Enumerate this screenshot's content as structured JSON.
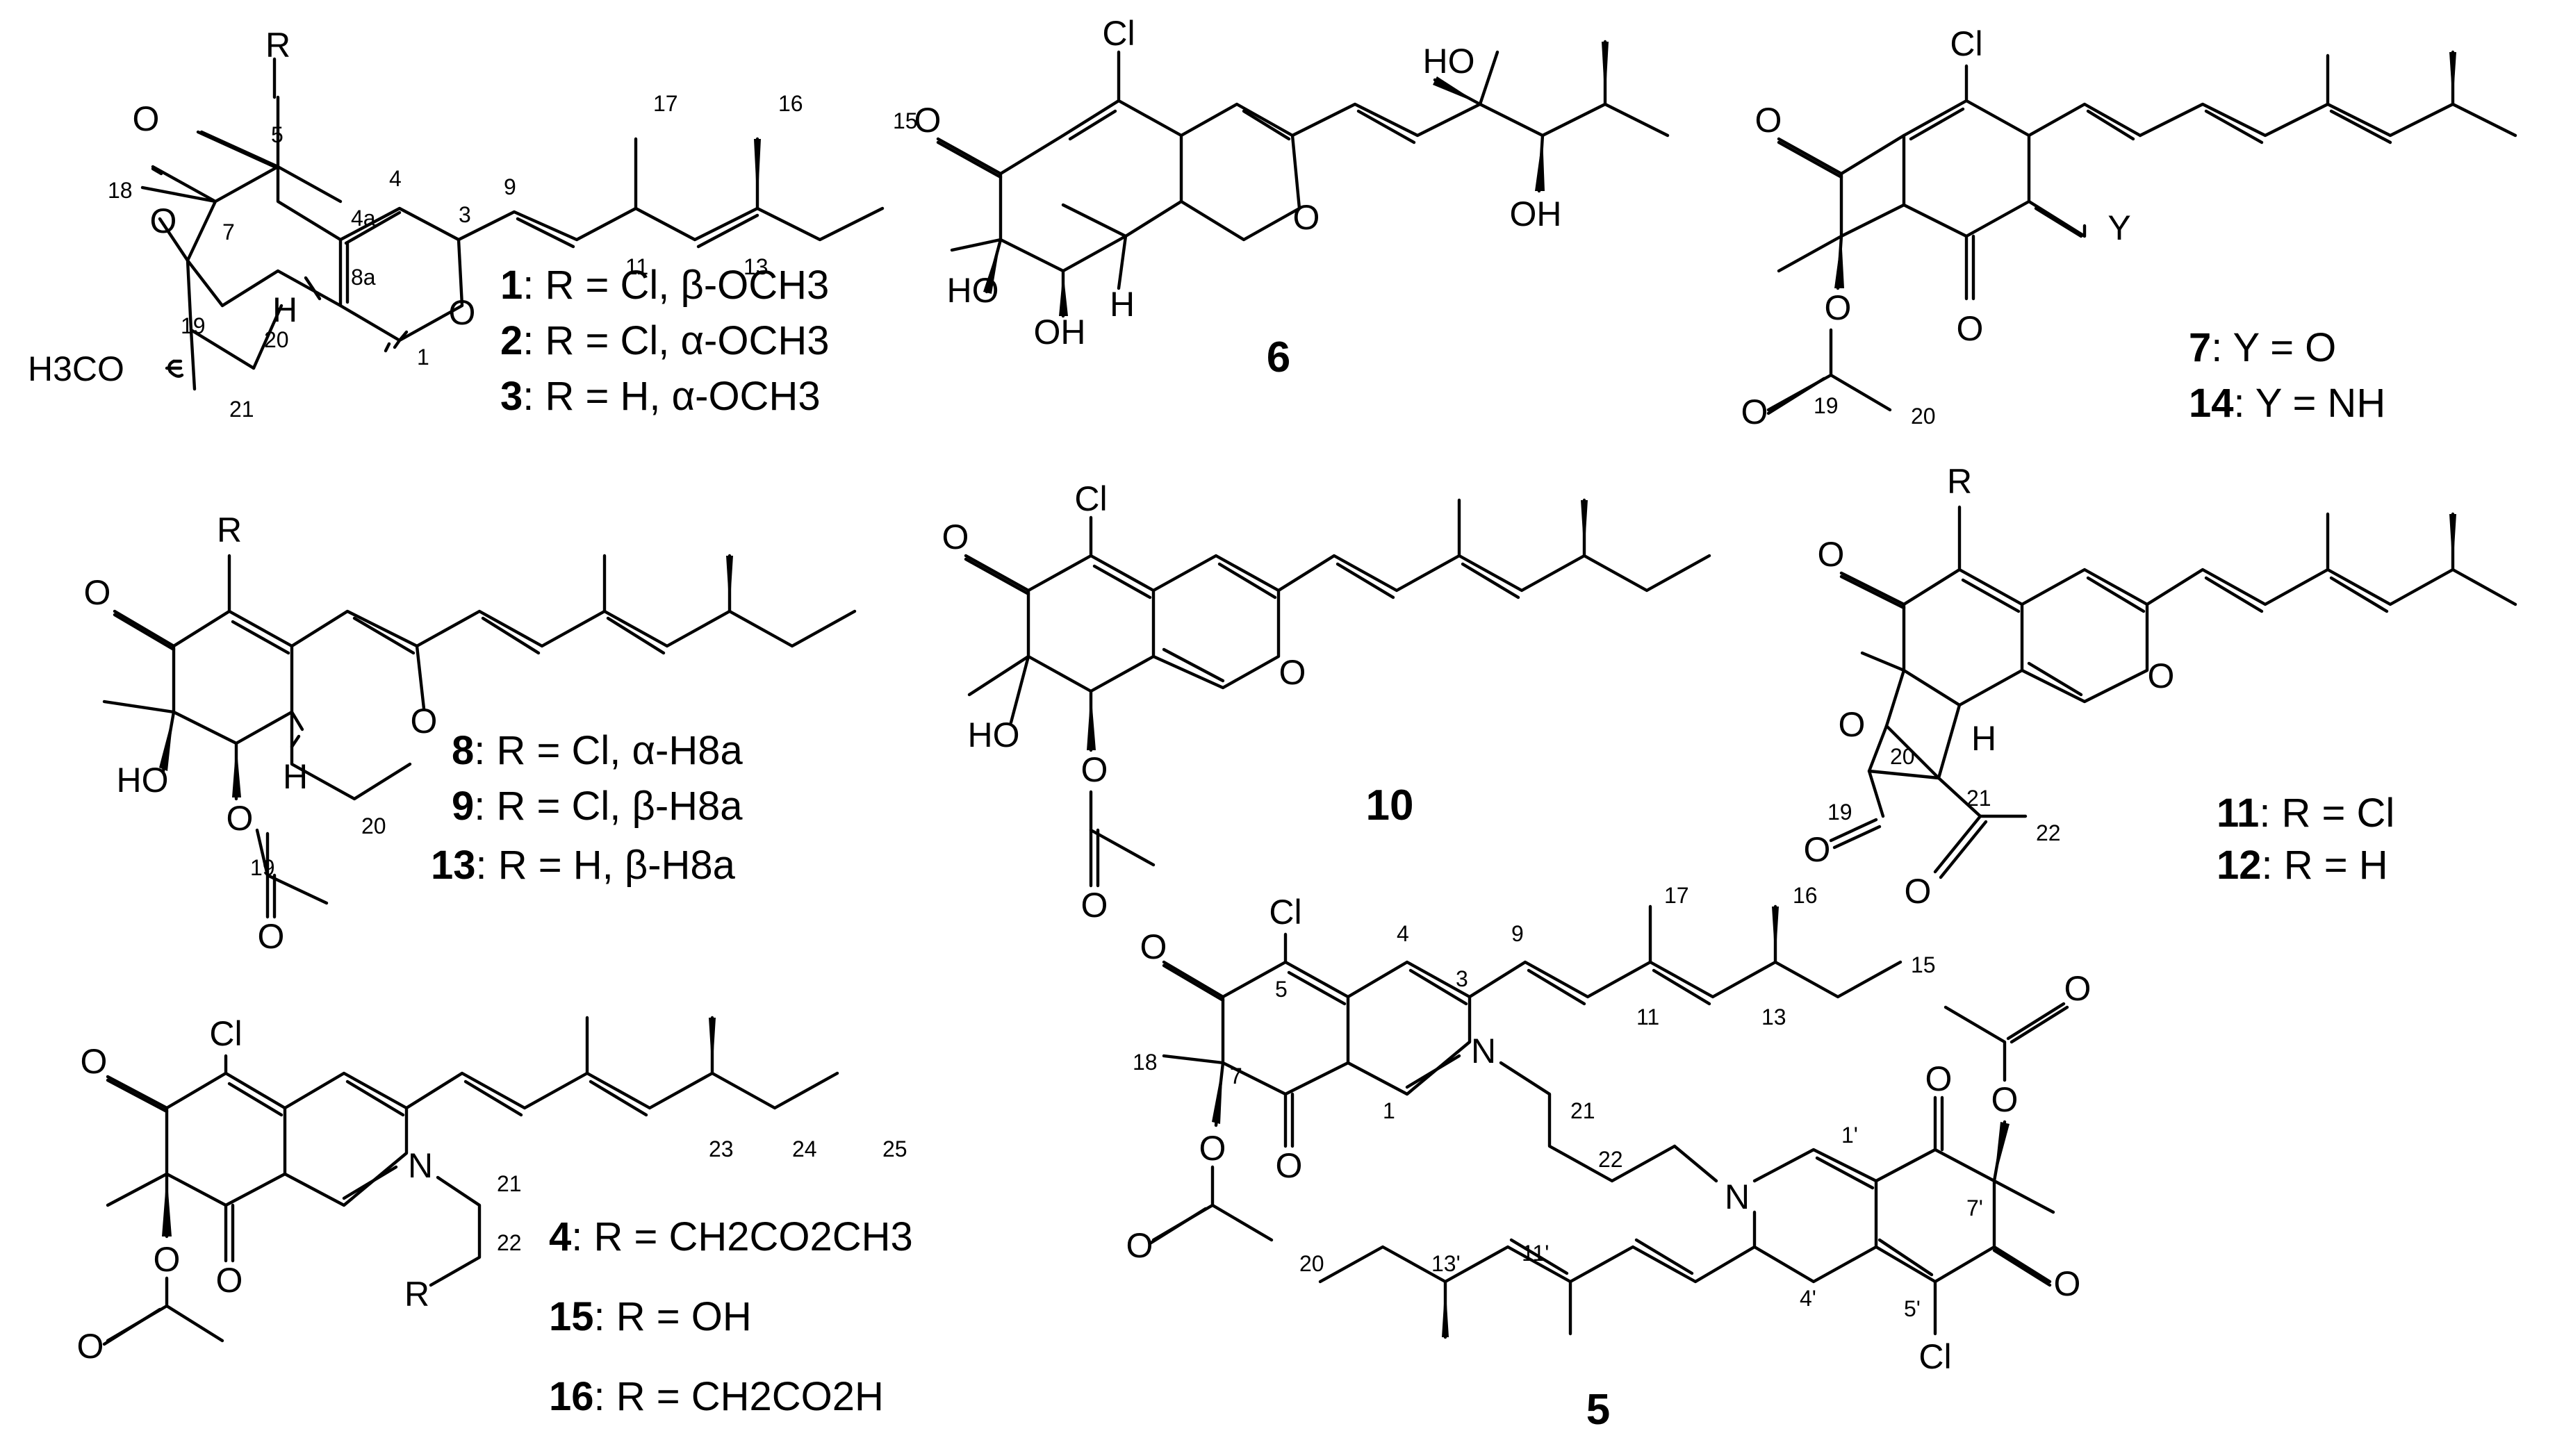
{
  "structures": {
    "s1": {
      "atoms": {
        "R": "R",
        "O_ketone": "O",
        "O_ring": "O",
        "O_furan": "O",
        "H": "H",
        "OMe": "H3CO"
      },
      "numbers": [
        "5",
        "4",
        "3",
        "9",
        "17",
        "16",
        "15",
        "11",
        "13",
        "4a",
        "8a",
        "18",
        "7",
        "19",
        "20",
        "1",
        "21"
      ],
      "labels": [
        {
          "id": "1",
          "text": ": R = Cl, β-OCH3"
        },
        {
          "id": "2",
          "text": ": R = Cl, α-OCH3"
        },
        {
          "id": "3",
          "text": ": R = H, α-OCH3"
        }
      ]
    },
    "s6": {
      "id": "6",
      "atoms": {
        "Cl": "Cl",
        "O_ketone": "O",
        "O_ring": "O",
        "OH_a": "HO",
        "OH_b": "OH",
        "OH_c": "HO",
        "OH_d": "OH",
        "H": "H"
      }
    },
    "s7": {
      "atoms": {
        "Cl": "Cl",
        "O_ketone": "O",
        "O_b": "O",
        "Y": "Y",
        "O_ester": "O",
        "O_carbonyl": "O"
      },
      "numbers": [
        "19",
        "20"
      ],
      "labels": [
        {
          "id": "7",
          "text": ": Y = O"
        },
        {
          "id": "14",
          "text": ": Y = NH"
        }
      ]
    },
    "s8": {
      "atoms": {
        "R": "R",
        "O_ketone": "O",
        "O_ring": "O",
        "HO": "HO",
        "H": "H",
        "O_ester": "O",
        "O_carbonyl": "O"
      },
      "numbers": [
        "20",
        "19"
      ],
      "labels": [
        {
          "id": "8",
          "text": ": R = Cl, α-H8a"
        },
        {
          "id": "9",
          "text": ": R = Cl, β-H8a"
        },
        {
          "id": "13",
          "text": ": R = H, β-H8a"
        }
      ]
    },
    "s10": {
      "id": "10",
      "atoms": {
        "Cl": "Cl",
        "O_ketone": "O",
        "O_ring": "O",
        "HO": "HO",
        "O_ester": "O",
        "O_carbonyl": "O"
      }
    },
    "s11": {
      "atoms": {
        "R": "R",
        "O_ketone": "O",
        "O_ring": "O",
        "O_lactone": "O",
        "O_lcarbonyl": "O",
        "H": "H",
        "O_acetyl": "O"
      },
      "numbers": [
        "19",
        "20",
        "21",
        "22"
      ],
      "labels": [
        {
          "id": "11",
          "text": ": R = Cl"
        },
        {
          "id": "12",
          "text": ": R = H"
        }
      ]
    },
    "s4": {
      "atoms": {
        "Cl": "Cl",
        "O_ketone": "O",
        "O_b": "O",
        "N": "N",
        "R": "R",
        "O_ester": "O",
        "O_carbonyl": "O"
      },
      "numbers": [
        "21",
        "22",
        "23",
        "24",
        "25"
      ],
      "labels": [
        {
          "id": "4",
          "text": ": R = CH2CO2CH3"
        },
        {
          "id": "15",
          "text": ": R = OH"
        },
        {
          "id": "16",
          "text": ": R = CH2CO2H"
        }
      ]
    },
    "s5": {
      "id": "5",
      "atoms": {
        "Cl_top": "Cl",
        "O_k1": "O",
        "O_k2": "O",
        "N1": "N",
        "O_e1": "O",
        "O_c1": "O",
        "N2": "N",
        "O_k3": "O",
        "O_k4": "O",
        "Cl_bot": "Cl",
        "O_e2": "O",
        "O_c2": "O"
      },
      "numbers": [
        "5",
        "4",
        "3",
        "9",
        "17",
        "16",
        "15",
        "11",
        "13",
        "18",
        "7",
        "1",
        "21",
        "22",
        "20",
        "1'",
        "7'",
        "13'",
        "11'",
        "4'",
        "5'"
      ]
    }
  }
}
